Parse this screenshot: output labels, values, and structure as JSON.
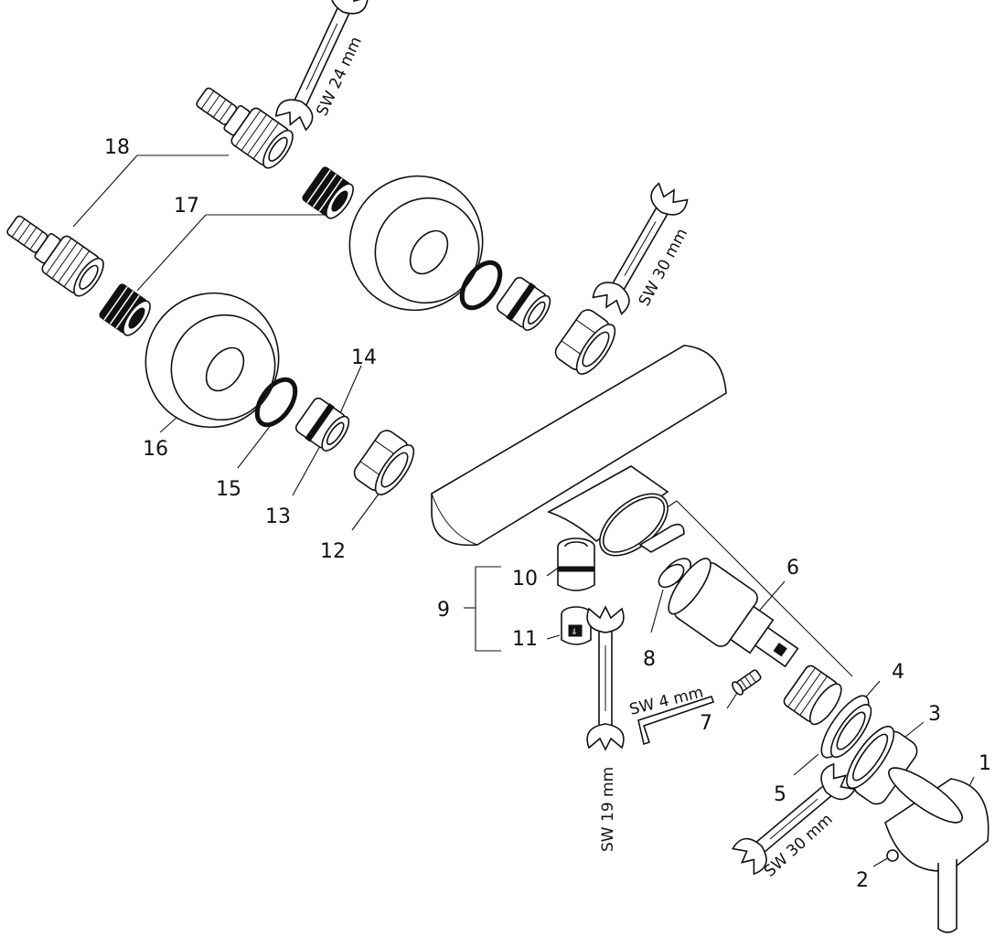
{
  "callouts": [
    {
      "id": "1",
      "text": "1"
    },
    {
      "id": "2",
      "text": "2"
    },
    {
      "id": "3",
      "text": "3"
    },
    {
      "id": "4",
      "text": "4"
    },
    {
      "id": "5",
      "text": "5"
    },
    {
      "id": "6",
      "text": "6"
    },
    {
      "id": "7",
      "text": "7"
    },
    {
      "id": "8",
      "text": "8"
    },
    {
      "id": "9",
      "text": "9"
    },
    {
      "id": "10",
      "text": "10"
    },
    {
      "id": "11",
      "text": "11"
    },
    {
      "id": "12",
      "text": "12"
    },
    {
      "id": "13",
      "text": "13"
    },
    {
      "id": "14",
      "text": "14"
    },
    {
      "id": "15",
      "text": "15"
    },
    {
      "id": "16",
      "text": "16"
    },
    {
      "id": "17",
      "text": "17"
    },
    {
      "id": "18",
      "text": "18"
    }
  ],
  "tools": {
    "wrench_top": "SW 24 mm",
    "wrench_right": "SW 30 mm",
    "wrench_mid": "SW 19 mm",
    "hex_key": "SW 4 mm",
    "wrench_bottom": "SW 30 mm"
  }
}
